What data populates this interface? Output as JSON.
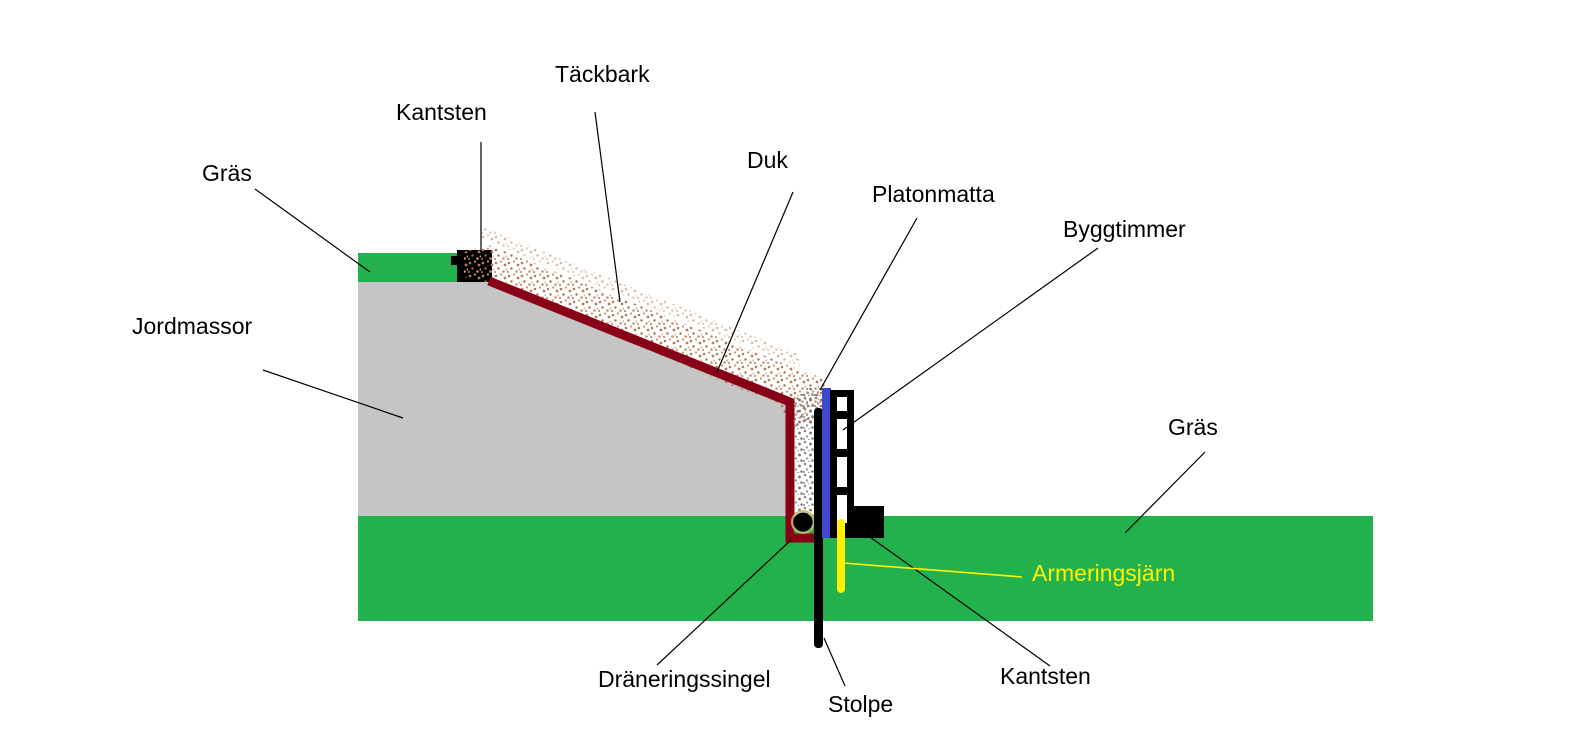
{
  "diagram": {
    "description": "Cross-section sketch of a sloped garden bed / retaining edge construction",
    "labels": {
      "gras_left": "Gräs",
      "kantsten_top": "Kantsten",
      "tackbark": "Täckbark",
      "duk": "Duk",
      "platonmatta": "Platonmatta",
      "byggtimmer": "Byggtimmer",
      "jordmassor": "Jordmassor",
      "gras_right": "Gräs",
      "armeringsjarn": "Armeringsjärn",
      "draneringssingel": "Dräneringssingel",
      "stolpe": "Stolpe",
      "kantsten_right": "Kantsten"
    },
    "colors": {
      "grass": "#22B14C",
      "soil": "#C5C5C5",
      "duk_line": "#880015",
      "platonmatta": "#3F48CC",
      "rebar_yellow": "#FFF200",
      "bark_brown": "#B97A57",
      "gravel_gray": "#8A8A8A",
      "black": "#000000",
      "white": "#FFFFFF"
    }
  }
}
